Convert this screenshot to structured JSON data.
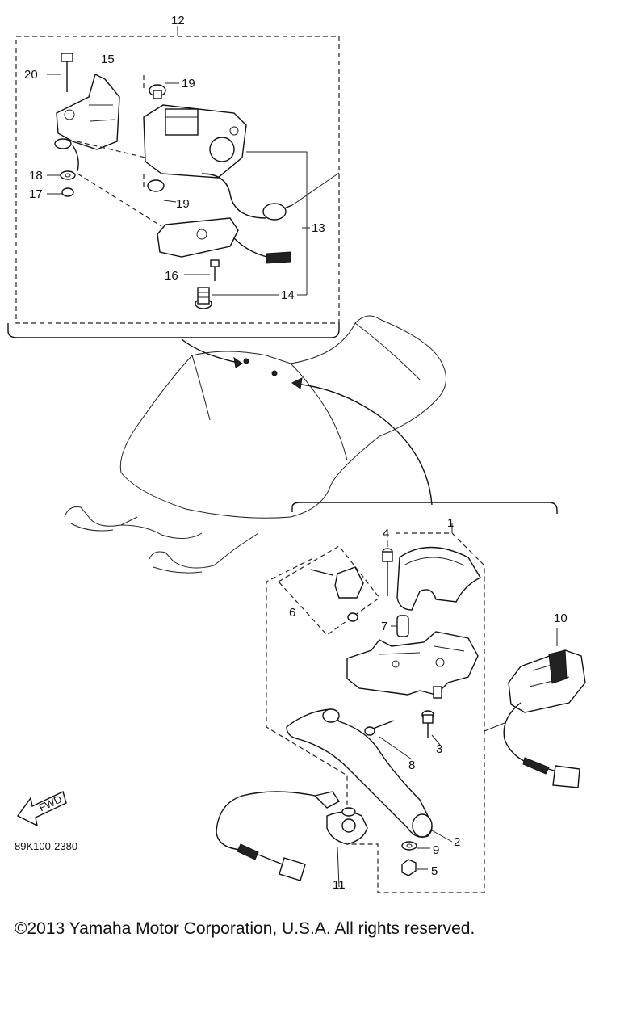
{
  "diagram": {
    "part_labels": {
      "p1": "1",
      "p2": "2",
      "p3": "3",
      "p4": "4",
      "p5": "5",
      "p6": "6",
      "p7": "7",
      "p8": "8",
      "p9": "9",
      "p10": "10",
      "p11": "11",
      "p12": "12",
      "p13": "13",
      "p14": "14",
      "p15": "15",
      "p16": "16",
      "p17": "17",
      "p18": "18",
      "p19a": "19",
      "p19b": "19",
      "p20": "20"
    },
    "forward_marker": "FWD",
    "reference_code": "89K100-2380"
  },
  "footer": {
    "copyright": "©2013 Yamaha Motor Corporation, U.S.A. All rights reserved."
  }
}
